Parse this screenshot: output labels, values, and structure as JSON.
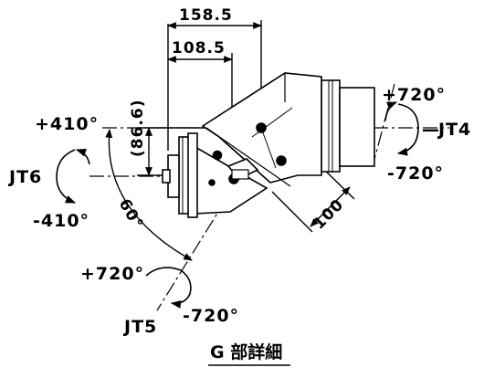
{
  "dimensions": {
    "d158": "158.5",
    "d108": "108.5",
    "d866": "(86.6)",
    "d100": "100",
    "angle60": "60°"
  },
  "joints": {
    "jt4": {
      "label": "JT4",
      "plus": "+720°",
      "minus": "-720°"
    },
    "jt6": {
      "label": "JT6",
      "plus": "+410°",
      "minus": "-410°"
    },
    "jt5": {
      "label": "JT5",
      "plus": "+720°",
      "minus": "-720°"
    }
  },
  "caption": "G 部詳細"
}
